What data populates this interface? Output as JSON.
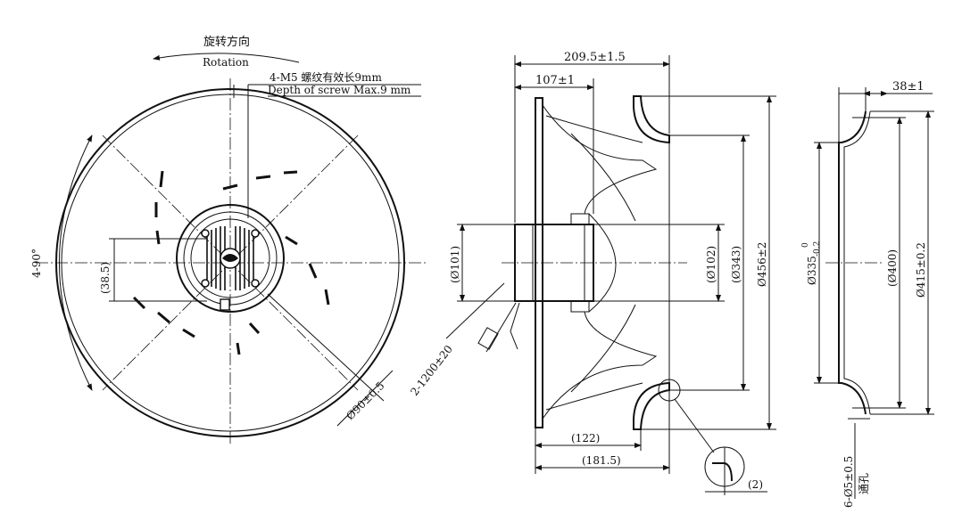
{
  "front_view": {
    "rotation_cn": "旋转方向",
    "rotation_en": "Rotation",
    "screw_cn": "4-M5 螺纹有效长9mm",
    "screw_en": "Depth of screw Max.9 mm",
    "angle": "4-90°",
    "dim_38_5": "(38.5)",
    "dim_phi90": "Ø90±0.5"
  },
  "side_view": {
    "dim_209_5": "209.5±1.5",
    "dim_107": "107±1",
    "dim_101": "(Ø101)",
    "dim_102": "(Ø102)",
    "dim_343": "(Ø343)",
    "dim_456": "Ø456±2",
    "dim_cable": "2-1200±20",
    "dim_122": "(122)",
    "dim_181_5": "(181.5)",
    "dim_2": "(2)"
  },
  "ring_view": {
    "dim_38": "38±1",
    "dim_335": "Ø335",
    "dim_335_tol_upper": "0",
    "dim_335_tol_lower": "-0.2",
    "dim_400": "(Ø400)",
    "dim_415": "Ø415±0.2",
    "dim_hole": "6-Ø5±0.5",
    "hole_cn": "通孔"
  }
}
